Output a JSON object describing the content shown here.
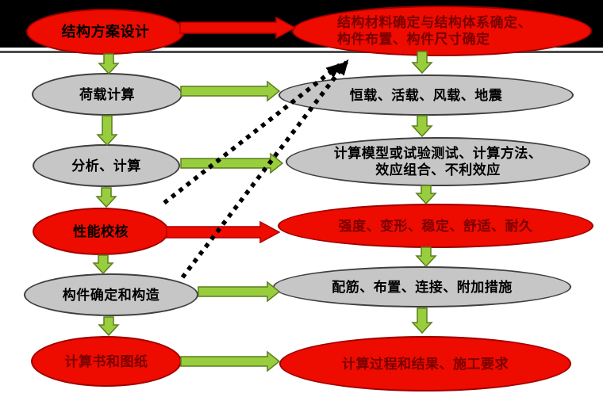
{
  "diagram": {
    "title_node": "结构方案设计",
    "nodes": {
      "plan": {
        "label": "结构方案设计"
      },
      "material": {
        "label": "结构材料确定与结构体系确定、\n构件布置、构件尺寸确定"
      },
      "load_calc": {
        "label": "荷载计算"
      },
      "loads": {
        "label": "恒载、活载、风载、地震"
      },
      "analysis": {
        "label": "分析、计算"
      },
      "model": {
        "label": "计算模型或试验测试、计算方法、\n效应组合、不利效应"
      },
      "check": {
        "label": "性能校核"
      },
      "performance": {
        "label": "强度、变形、稳定、舒适、耐久"
      },
      "detailing": {
        "label": "构件确定和构造"
      },
      "rebar": {
        "label": "配筋、布置、连接、附加措施"
      },
      "docs": {
        "label": "计算书和图纸"
      },
      "results": {
        "label": "计算过程和结果、施工要求"
      }
    },
    "colors": {
      "node_red": "#ee0b00",
      "node_red_border": "#9d0000",
      "node_gray": "#c6c6c6",
      "node_gray_border": "#3f3f3f",
      "dark_red_text": "#7a0000",
      "arrow_green": "#98ce3d",
      "arrow_green_border": "#5c7d20",
      "arrow_red": "#ee0b00",
      "dashed_black": "#000000",
      "banner_black": "#000000"
    }
  }
}
